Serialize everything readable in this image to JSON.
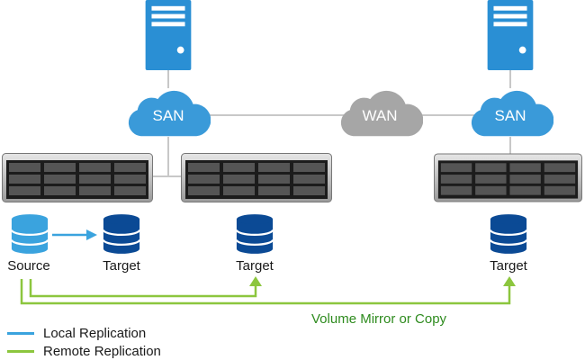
{
  "colors": {
    "cloud_blue": "#3a9ad9",
    "cloud_gray": "#a6a6a6",
    "server_blue": "#2a8fd4",
    "db_source": "#3aa3de",
    "db_target": "#0b4a95",
    "local_line": "#3aa3de",
    "remote_line": "#8cc63e",
    "mirror_text": "#2e8b1e",
    "connector": "#c8c8c8"
  },
  "clouds": {
    "san_left": "SAN",
    "wan": "WAN",
    "san_right": "SAN"
  },
  "labels": {
    "source": "Source",
    "target_local": "Target",
    "target_middle": "Target",
    "target_remote": "Target",
    "mirror": "Volume Mirror or Copy"
  },
  "legend": {
    "local": "Local Replication",
    "remote": "Remote Replication"
  },
  "icons": [
    "server-tower-icon",
    "cloud-icon",
    "storage-array-icon",
    "database-icon",
    "arrow-icon"
  ]
}
